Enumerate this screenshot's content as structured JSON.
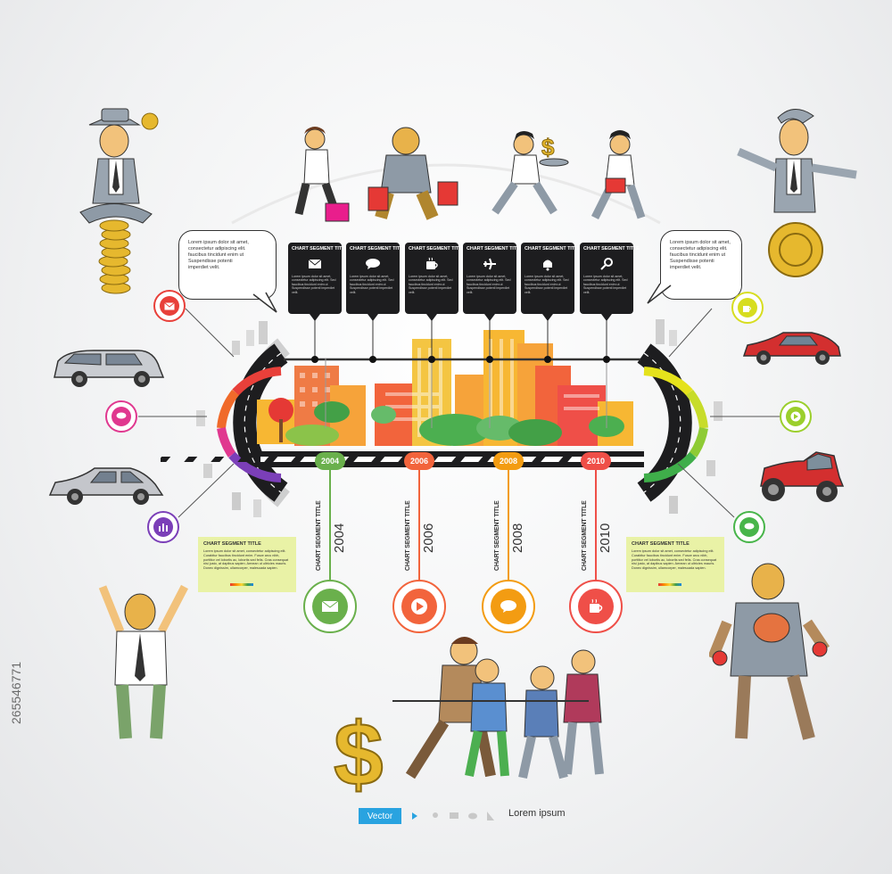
{
  "cards": [
    {
      "title": "CHART SEGMENT TITLE",
      "icon": "mail-icon",
      "text": "Lorem ipsum dolor sit amet, consectetur adipiscing elit. Sed faucibus tincidunt enim ut Suspendisse potenti imperdiet velit."
    },
    {
      "title": "CHART SEGMENT TITLE",
      "icon": "chat-icon",
      "text": "Lorem ipsum dolor sit amet, consectetur adipiscing elit. Sed faucibus tincidunt enim ut Suspendisse potenti imperdiet velit."
    },
    {
      "title": "CHART SEGMENT TITLE",
      "icon": "coffee-icon",
      "text": "Lorem ipsum dolor sit amet, consectetur adipiscing elit. Sed faucibus tincidunt enim ut Suspendisse potenti imperdiet velit."
    },
    {
      "title": "CHART SEGMENT TITLE",
      "icon": "airplane-icon",
      "text": "Lorem ipsum dolor sit amet, consectetur adipiscing elit. Sed faucibus tincidunt enim ut Suspendisse potenti imperdiet velit."
    },
    {
      "title": "CHART SEGMENT TITLE",
      "icon": "bell-icon",
      "text": "Lorem ipsum dolor sit amet, consectetur adipiscing elit. Sed faucibus tincidunt enim ut Suspendisse potenti imperdiet velit."
    },
    {
      "title": "CHART SEGMENT TITLE",
      "icon": "magnifier-icon",
      "text": "Lorem ipsum dolor sit amet, consectetur adipiscing elit. Sed faucibus tincidunt enim ut Suspendisse potenti imperdiet velit."
    }
  ],
  "bubbles": {
    "left": {
      "l1": "Lorem ipsum dolor sit amet,",
      "l2": "consectetur adipiscing elit.",
      "l3": "faucibus tincidunt enim ut",
      "l4": "Suspendisse potenti",
      "l5": "imperdiet velit."
    },
    "right": {
      "l1": "Lorem ipsum dolor sit amet,",
      "l2": "consectetur adipiscing elit.",
      "l3": "faucibus tincidunt enim ut",
      "l4": "Suspendisse potenti",
      "l5": "imperdiet velit."
    }
  },
  "notes": {
    "left": {
      "title": "CHART SEGMENT TITLE",
      "text": "Lorem ipsum dolor sit amet, consectetur adipiscing elit. Curabitur faucibus tincidunt enim. Fusce arcu nibh, porttitor vel lobortis ac, lobortis sed felis. Cras consequat nisi justo, at dapibus sapien. Aenean ut ultricies mauris. Donec dignissim, ullamcorper, malesuada sapien."
    },
    "right": {
      "title": "CHART SEGMENT TITLE",
      "text": "Lorem ipsum dolor sit amet, consectetur adipiscing elit. Curabitur faucibus tincidunt enim. Fusce arcu nibh, porttitor vel lobortis ac, lobortis sed felis. Cras consequat nisi justo, at dapibus sapien. Aenean ut ultricies mauris. Donec dignissim, ullamcorper, malesuada sapien."
    }
  },
  "timeline": [
    {
      "year": "2004",
      "label": "CHART SEGMENT TITLE",
      "color": "#6ab04c",
      "icon": "mail-icon"
    },
    {
      "year": "2006",
      "label": "CHART SEGMENT TITLE",
      "color": "#f2643c",
      "icon": "play-icon"
    },
    {
      "year": "2008",
      "label": "CHART SEGMENT TITLE",
      "color": "#f39c12",
      "icon": "chat-icon"
    },
    {
      "year": "2010",
      "label": "CHART SEGMENT TITLE",
      "color": "#ef4f48",
      "icon": "coffee-icon"
    }
  ],
  "side_icons": {
    "left": [
      {
        "icon": "mail-icon",
        "color": "#e8403a"
      },
      {
        "icon": "chat-icon",
        "color": "#e0388f"
      },
      {
        "icon": "bar-chart-icon",
        "color": "#7b3fb8"
      }
    ],
    "right": [
      {
        "icon": "coffee-icon",
        "color": "#d7dd20"
      },
      {
        "icon": "play-icon",
        "color": "#9bcf2c"
      },
      {
        "icon": "chat-icon",
        "color": "#48b54a"
      }
    ]
  },
  "footer": {
    "badge": "Vector",
    "caption": "Lorem ipsum"
  },
  "watermark": "265546771"
}
